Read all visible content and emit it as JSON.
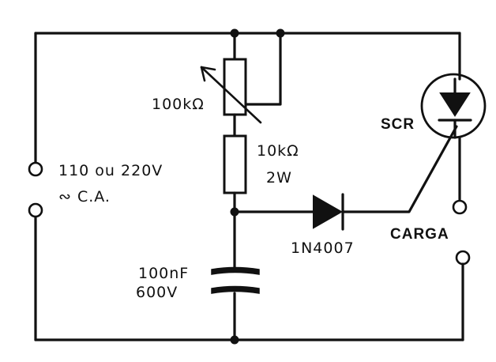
{
  "labels": {
    "pot": "100kΩ",
    "resistor_value": "10kΩ",
    "resistor_power": "2W",
    "supply_voltage": "110 ou 220V",
    "supply_type": "∾ C.A.",
    "cap_value": "100nF",
    "cap_voltage": "600V",
    "diode": "1N4007",
    "scr": "SCR",
    "load": "CARGA"
  }
}
